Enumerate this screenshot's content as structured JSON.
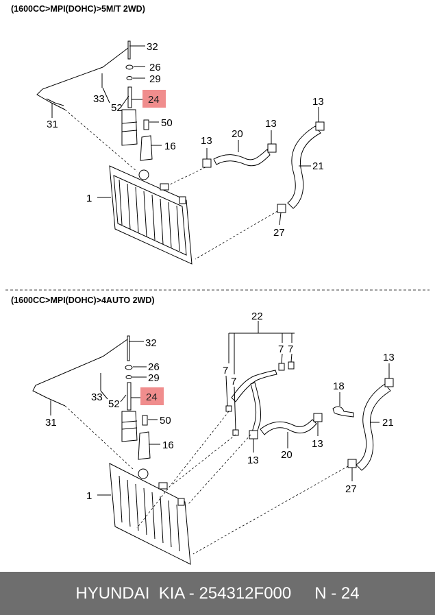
{
  "sections": [
    {
      "title": "(1600CC>MPI(DOHC)>5M/T 2WD)"
    },
    {
      "title": "(1600CC>MPI(DOHC)>4AUTO 2WD)"
    }
  ],
  "callouts_top": {
    "c32": "32",
    "c26": "26",
    "c29": "29",
    "c33": "33",
    "c52": "52",
    "c24": "24",
    "c50": "50",
    "c16": "16",
    "c31": "31",
    "c13a": "13",
    "c20": "20",
    "c13b": "13",
    "c13c": "13",
    "c21": "21",
    "c1": "1",
    "c27": "27"
  },
  "callouts_bottom": {
    "c22": "22",
    "c7a": "7",
    "c7b": "7",
    "c7c": "7",
    "c7d": "7",
    "c32": "32",
    "c26": "26",
    "c29": "29",
    "c33": "33",
    "c52": "52",
    "c24": "24",
    "c50": "50",
    "c16": "16",
    "c31": "31",
    "c13a": "13",
    "c18": "18",
    "c21": "21",
    "c13b": "13",
    "c20": "20",
    "c13c": "13",
    "c1": "1",
    "c27": "27"
  },
  "highlight_color": "#f08d8d",
  "footer": {
    "brand": "HYUNDAI  KIA - 254312F000",
    "page": "N - 24"
  }
}
